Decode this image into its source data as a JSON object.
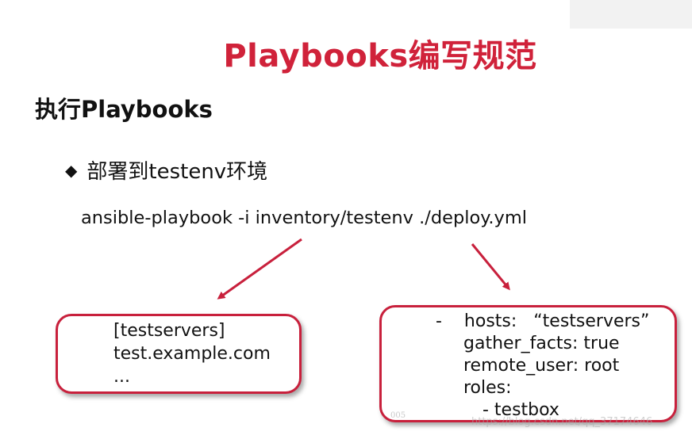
{
  "slide": {
    "title": "Playbooks编写规范",
    "section_heading": "执行Playbooks",
    "bullet": {
      "marker": "◆",
      "text": "部署到testenv环境"
    },
    "command": "ansible-playbook -i inventory/testenv ./deploy.yml",
    "inventory_box": {
      "lines": [
        "[testservers]",
        "test.example.com",
        "..."
      ]
    },
    "playbook_box": {
      "lines": [
        "-    hosts:   “testservers”",
        "gather_facts: true",
        "remote_user: root",
        "roles:",
        "- testbox"
      ]
    },
    "slide_number": "005",
    "watermark": "https://blog.csdn.net/qq_37174646"
  },
  "colors": {
    "accent": "#d0223a",
    "box_border": "#c8203c",
    "arrow": "#c8203c",
    "text": "#111111"
  }
}
